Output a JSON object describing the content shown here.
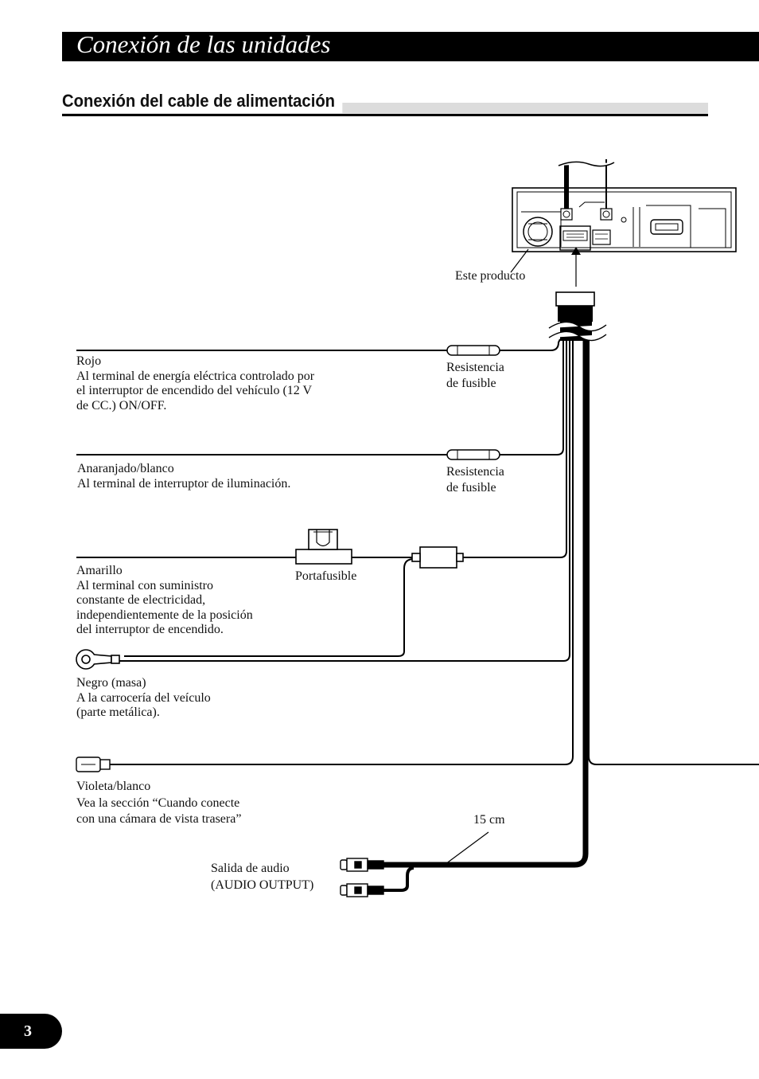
{
  "header": {
    "title": "Conexión de las unidades"
  },
  "section": {
    "title": "Conexión del cable de alimentación"
  },
  "labels": {
    "product": "Este producto",
    "fuse1": [
      "Resistencia",
      "de fusible"
    ],
    "fuse2": [
      "Resistencia",
      "de fusible"
    ],
    "fuse_holder": "Portafusible",
    "length": "15 cm",
    "red": [
      "Rojo",
      "Al terminal de energía eléctrica controlado por",
      "el interruptor de encendido del vehículo (12 V",
      "de CC.) ON/OFF."
    ],
    "orange": [
      "Anaranjado/blanco",
      "Al terminal de interruptor de iluminación."
    ],
    "yellow": [
      "Amarillo",
      "Al terminal con suministro",
      "constante de electricidad,",
      "independientemente de la posición",
      "del interruptor de encendido."
    ],
    "black": [
      "Negro (masa)",
      "A la carrocería del veículo",
      "(parte metálica)."
    ],
    "violet": [
      "Violeta/blanco",
      "Vea la sección “Cuando conecte",
      "con una cámara de vista trasera”"
    ],
    "audio": [
      "Salida de audio",
      "(AUDIO OUTPUT)"
    ]
  },
  "page": {
    "number": "3"
  }
}
